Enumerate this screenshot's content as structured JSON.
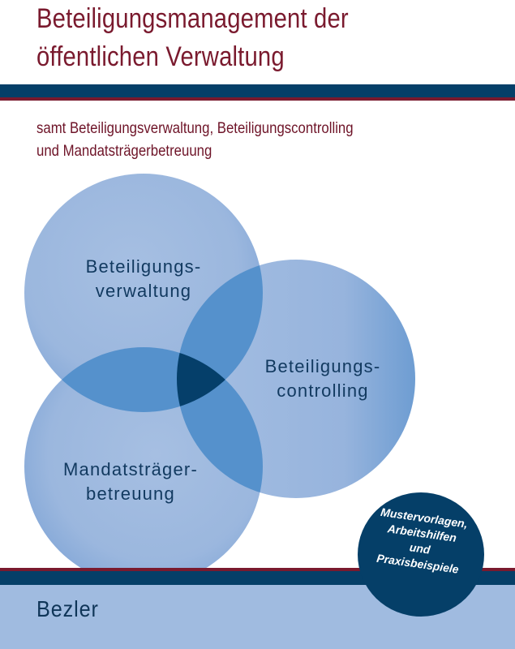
{
  "cover": {
    "title_lines": [
      "Beteiligungsmanagement der",
      "öffentlichen Verwaltung"
    ],
    "subtitle_lines": [
      "samt Beteiligungsverwaltung, Beteiligungscontrolling",
      "und Mandatsträgerbetreuung"
    ],
    "author": "Bezler",
    "colors": {
      "title_red": "#7a1a2e",
      "band_navy": "#053f68",
      "band_red": "#7a1a2e",
      "bottom_band_light": "#a0bbe0",
      "circle_single": "#9db8de",
      "circle_double_overlap": "#5591cc",
      "circle_triple_overlap": "#053f6a",
      "circle_text": "#123a60"
    }
  },
  "venn": {
    "circles": [
      {
        "label_lines": [
          "Beteiligungs-",
          "verwaltung"
        ]
      },
      {
        "label_lines": [
          "Beteiligungs-",
          "controlling"
        ]
      },
      {
        "label_lines": [
          "Mandatsträger-",
          "betreuung"
        ]
      }
    ]
  },
  "badge": {
    "lines": [
      "Mustervorlagen,",
      "Arbeitshilfen",
      "und",
      "Praxisbeispiele"
    ]
  }
}
